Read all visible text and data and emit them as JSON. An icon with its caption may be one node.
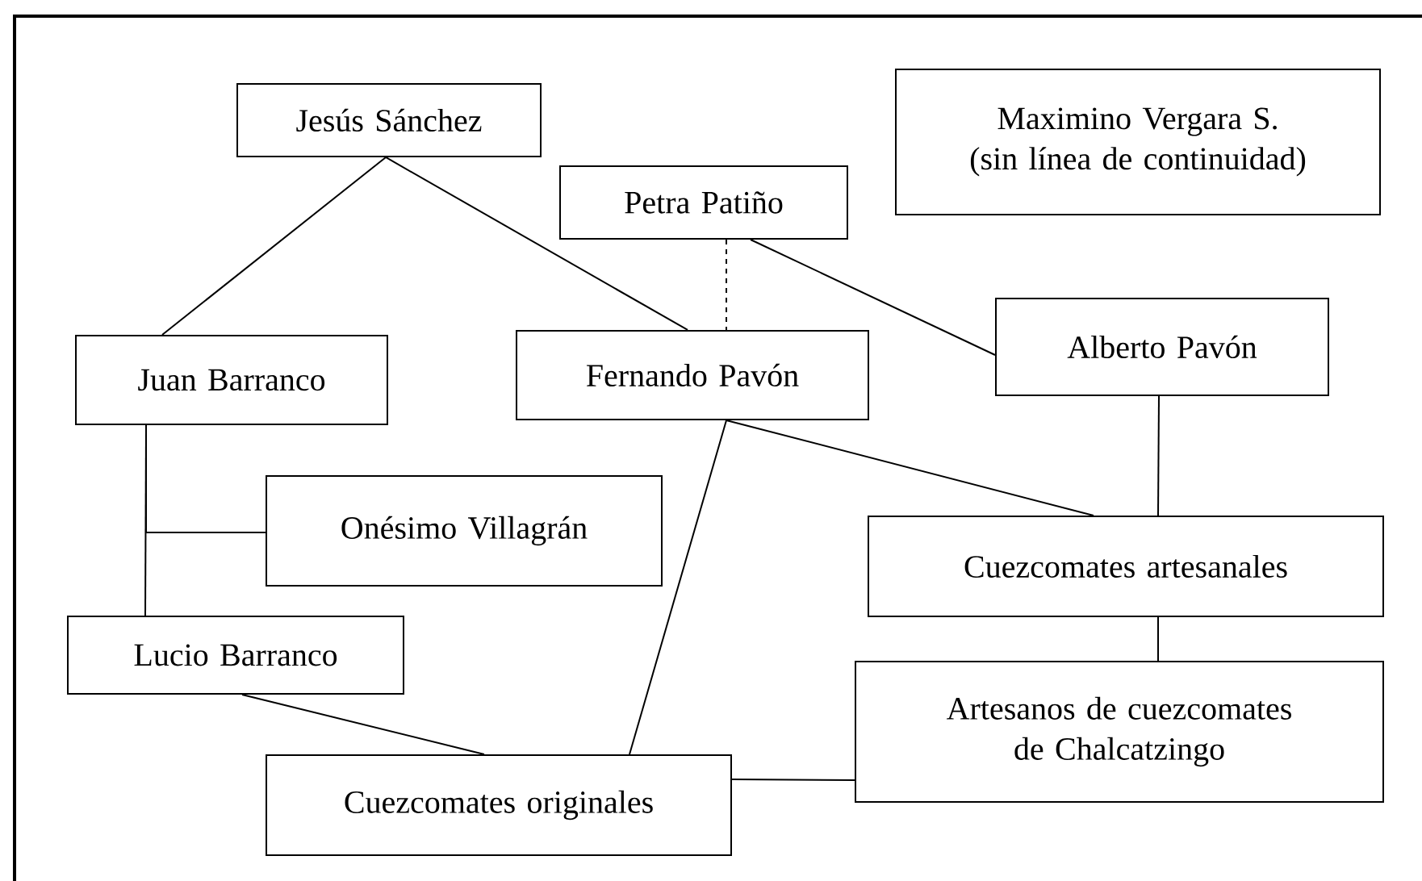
{
  "diagram": {
    "nodes": [
      {
        "text": [
          "Jesús Sánchez"
        ]
      },
      {
        "text": [
          "Maximino Vergara S. (sin línea de continuidad)"
        ]
      },
      {
        "text": [
          "Petra Patiño"
        ]
      },
      {
        "text": [
          "Alberto Pavón"
        ]
      },
      {
        "text": [
          "Juan Barranco"
        ]
      },
      {
        "text": [
          "Fernando Pavón"
        ]
      },
      {
        "text": [
          "Onésimo Villagrán"
        ]
      },
      {
        "text": [
          "Cuezcomates artesanales"
        ]
      },
      {
        "text": [
          "Lucio Barranco"
        ]
      },
      {
        "text": [
          "Artesanos de cuezcomates de Chalcatzingo"
        ]
      },
      {
        "text": [
          "Cuezcomates originales"
        ]
      }
    ],
    "edges": [
      {
        "from": 0,
        "to": 4,
        "arrow": "none"
      },
      {
        "from": 0,
        "to": 5,
        "arrow": "none"
      },
      {
        "from": 2,
        "to": 5,
        "arrow": "none",
        "style": "dashed"
      },
      {
        "from": 2,
        "to": 3,
        "arrow": "none"
      },
      {
        "from": 4,
        "to": 8,
        "arrow": "none"
      },
      {
        "from": 4,
        "to": 6,
        "arrow": "none"
      },
      {
        "from": 5,
        "to": 7,
        "arrow": "none"
      },
      {
        "from": 3,
        "to": 7,
        "arrow": "none"
      },
      {
        "from": 5,
        "to": 10,
        "arrow": "none"
      },
      {
        "from": 8,
        "to": 10,
        "arrow": "none"
      },
      {
        "from": 7,
        "to": 9,
        "arrow": "none"
      },
      {
        "from": 10,
        "to": 9,
        "arrow": "none"
      }
    ]
  }
}
